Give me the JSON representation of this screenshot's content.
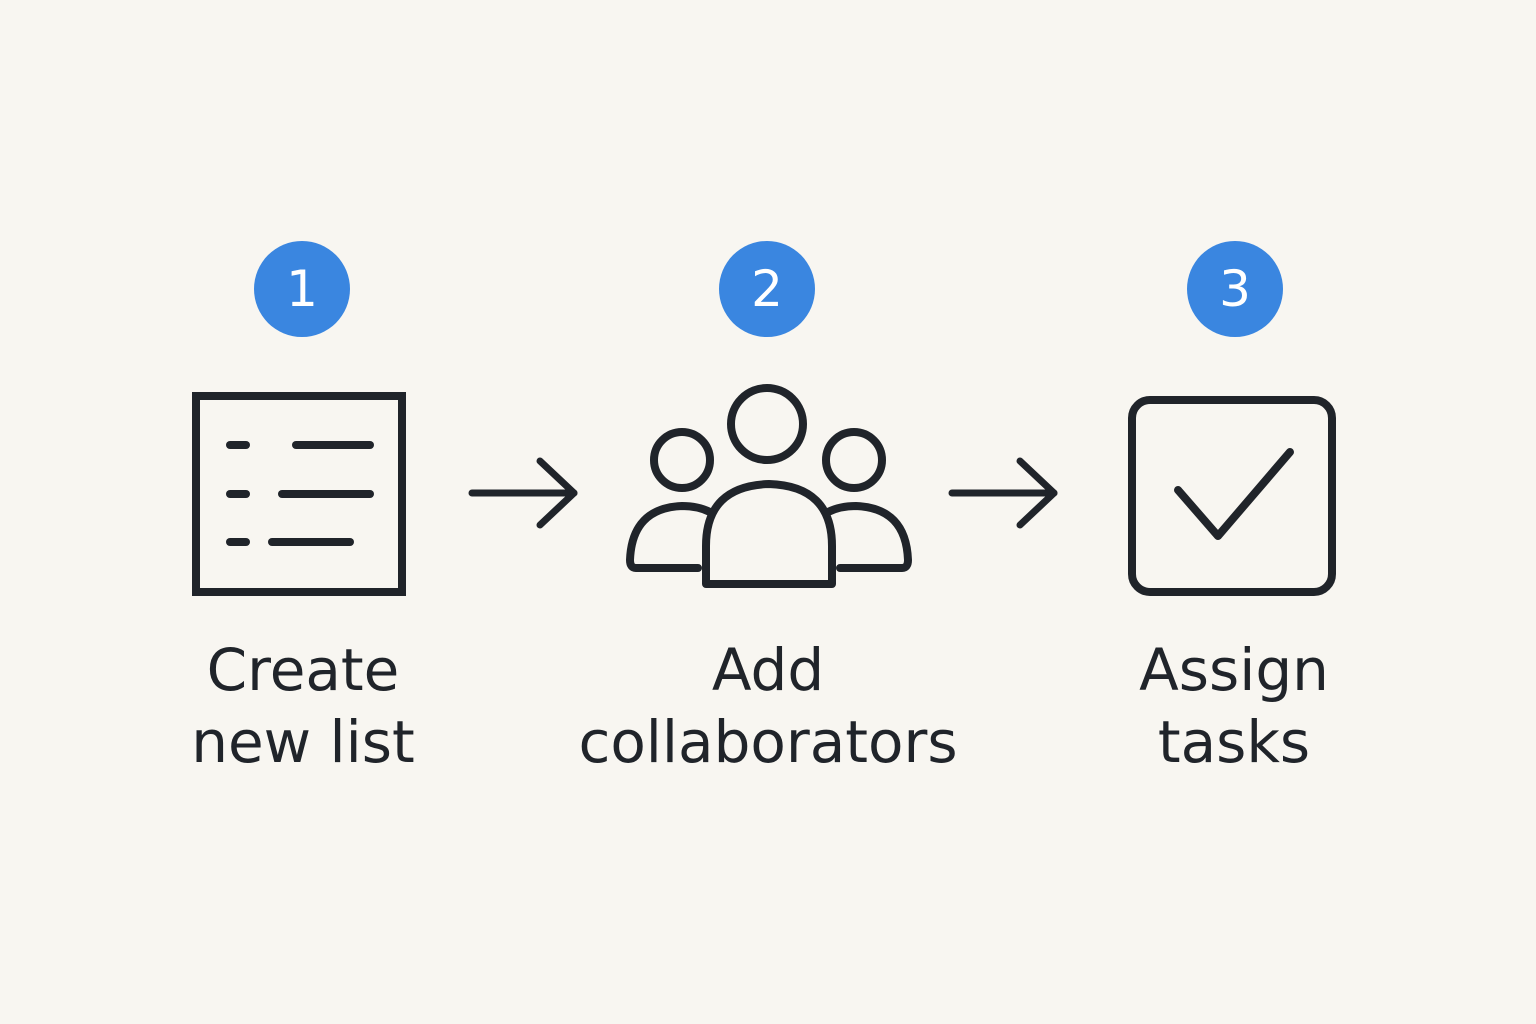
{
  "colors": {
    "background": "#f8f6f1",
    "accent": "#3a86e0",
    "ink": "#20242a"
  },
  "steps": [
    {
      "number": "1",
      "icon": "list-icon",
      "label_line1": "Create",
      "label_line2": "new list"
    },
    {
      "number": "2",
      "icon": "users-icon",
      "label_line1": "Add",
      "label_line2": "collaborators"
    },
    {
      "number": "3",
      "icon": "checkbox-icon",
      "label_line1": "Assign",
      "label_line2": "tasks"
    }
  ],
  "connectors": [
    "arrow-right-icon",
    "arrow-right-icon"
  ]
}
